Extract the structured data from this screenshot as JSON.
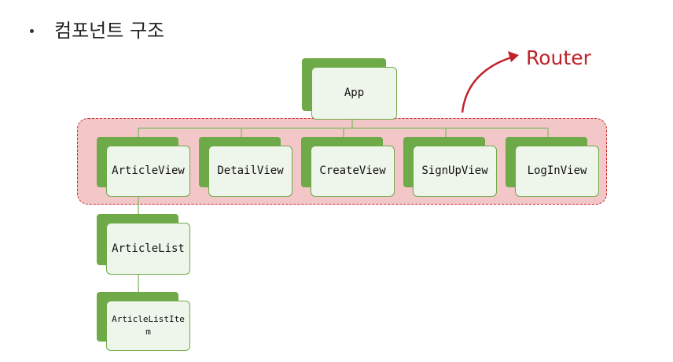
{
  "heading": "컴포넌트 구조",
  "router_label": "Router",
  "colors": {
    "node_green": "#6eaa48",
    "node_fill": "#eef5ea",
    "router_fill": "#f3c6c8",
    "router_border": "#c9282d",
    "router_text": "#c0222a",
    "connector": "#8fbf72"
  },
  "nodes": {
    "app": "App",
    "article_view": "ArticleView",
    "detail_view": "DetailView",
    "create_view": "CreateView",
    "signup_view": "SignUpView",
    "login_view": "LogInView",
    "article_list": "ArticleList",
    "article_list_item": "ArticleListItem"
  }
}
